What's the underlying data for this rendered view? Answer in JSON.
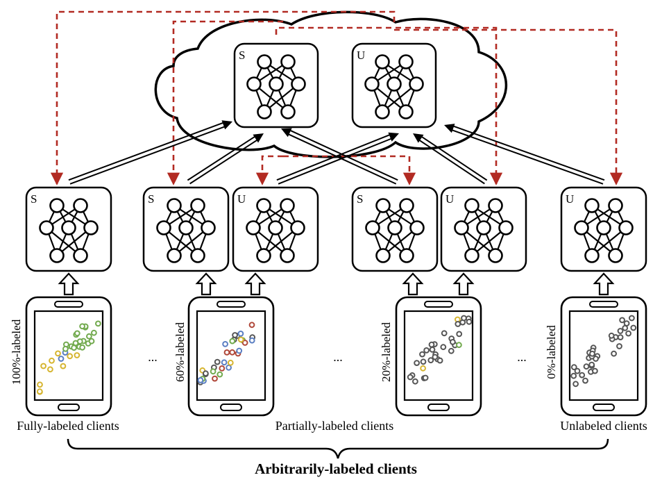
{
  "server": {
    "models": [
      {
        "tag": "S"
      },
      {
        "tag": "U"
      }
    ]
  },
  "clients": {
    "models": [
      {
        "tag": "S"
      },
      {
        "tag": "S"
      },
      {
        "tag": "U"
      },
      {
        "tag": "S"
      },
      {
        "tag": "U"
      },
      {
        "tag": "U"
      }
    ],
    "phones": [
      {
        "label": "100%-labeled"
      },
      {
        "label": "60%-labeled"
      },
      {
        "label": "20%-labeled"
      },
      {
        "label": "0%-labeled"
      }
    ],
    "ellipses": [
      "...",
      "...",
      "..."
    ]
  },
  "group_labels": {
    "fully": "Fully-labeled clients",
    "partially": "Partially-labeled clients",
    "unlabeled": "Unlabeled clients"
  },
  "footer_label": "Arbitrarily-labeled clients",
  "colors": {
    "download_arrow": "#b22a22",
    "upload_arrow": "#000000",
    "point_yellow": "#d6b530",
    "point_blue": "#5a7ec2",
    "point_green": "#72aa4e",
    "point_red": "#b0483a",
    "point_gray": "#555555"
  }
}
